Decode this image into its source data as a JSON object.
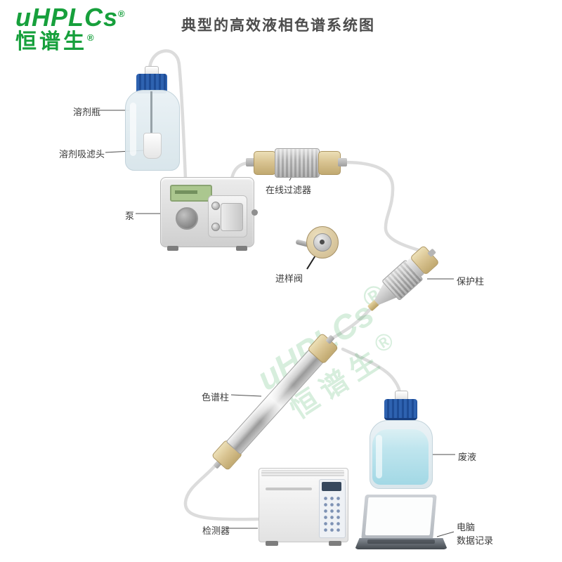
{
  "title": "典型的高效液相色谱系统图",
  "logo": {
    "latin": "uHPLCs",
    "chinese": "恒谱生",
    "reg": "®"
  },
  "watermark": {
    "latin": "uHPLCs",
    "chinese": "恒谱生",
    "reg": "®"
  },
  "labels": {
    "solvent_bottle": "溶剂瓶",
    "solvent_filter": "溶剂吸滤头",
    "pump": "泵",
    "inline_filter": "在线过滤器",
    "injection_valve": "进样阀",
    "guard_column": "保护柱",
    "column": "色谱柱",
    "waste": "废液",
    "detector": "检测器",
    "computer": "电脑",
    "data_record": "数据记录"
  },
  "colors": {
    "accent_green": "#17a03c",
    "title_text": "#4c4c4c",
    "label_text": "#3a3a3a",
    "tube_gray": "#dcdcdc",
    "leader_line": "#4d4d4d",
    "cap_blue": "#2456a4",
    "fitting_beige": "#d8c492",
    "liquid_blue": "#a2d8e5"
  }
}
